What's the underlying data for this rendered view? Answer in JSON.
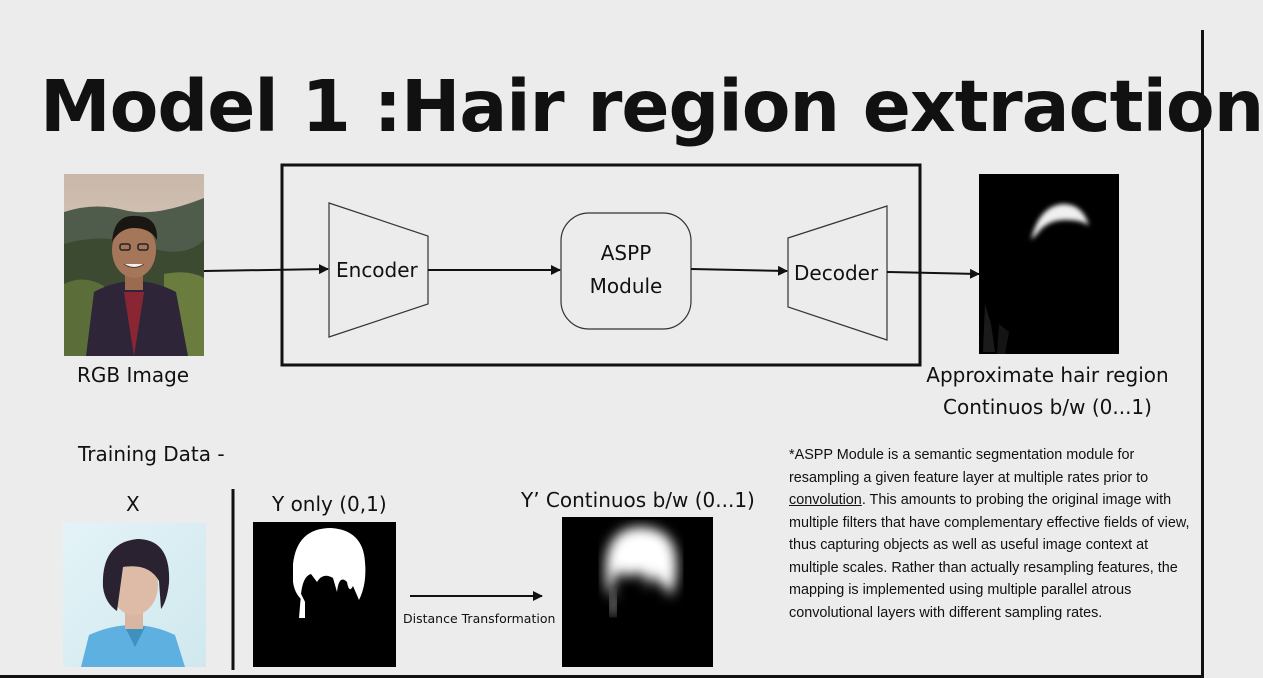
{
  "title": "Model 1 :Hair region extraction",
  "pipeline": {
    "input_label": "RGB Image",
    "encoder_label": "Encoder",
    "aspp_label_line1": "ASPP",
    "aspp_label_line2": "Module",
    "decoder_label": "Decoder",
    "output_label_line1": "Approximate hair region",
    "output_label_line2": "Continuos b/w (0...1)"
  },
  "training": {
    "heading": "Training Data -",
    "x_label": "X",
    "y_label": "Y only (0,1)",
    "y_prime_label": "Y’ Continuos b/w (0...1)",
    "transform_label": "Distance Transformation"
  },
  "note": {
    "before_link": "*ASPP Module is a semantic segmentation module for resampling a given feature layer at multiple rates prior to ",
    "link": "convolution",
    "after_link": ". This amounts to probing the original image with multiple filters that have complementary effective fields of view, thus capturing objects as well as useful image context at multiple scales. Rather than actually resampling features, the mapping is implemented using multiple parallel atrous convolutional layers with different sampling rates."
  }
}
